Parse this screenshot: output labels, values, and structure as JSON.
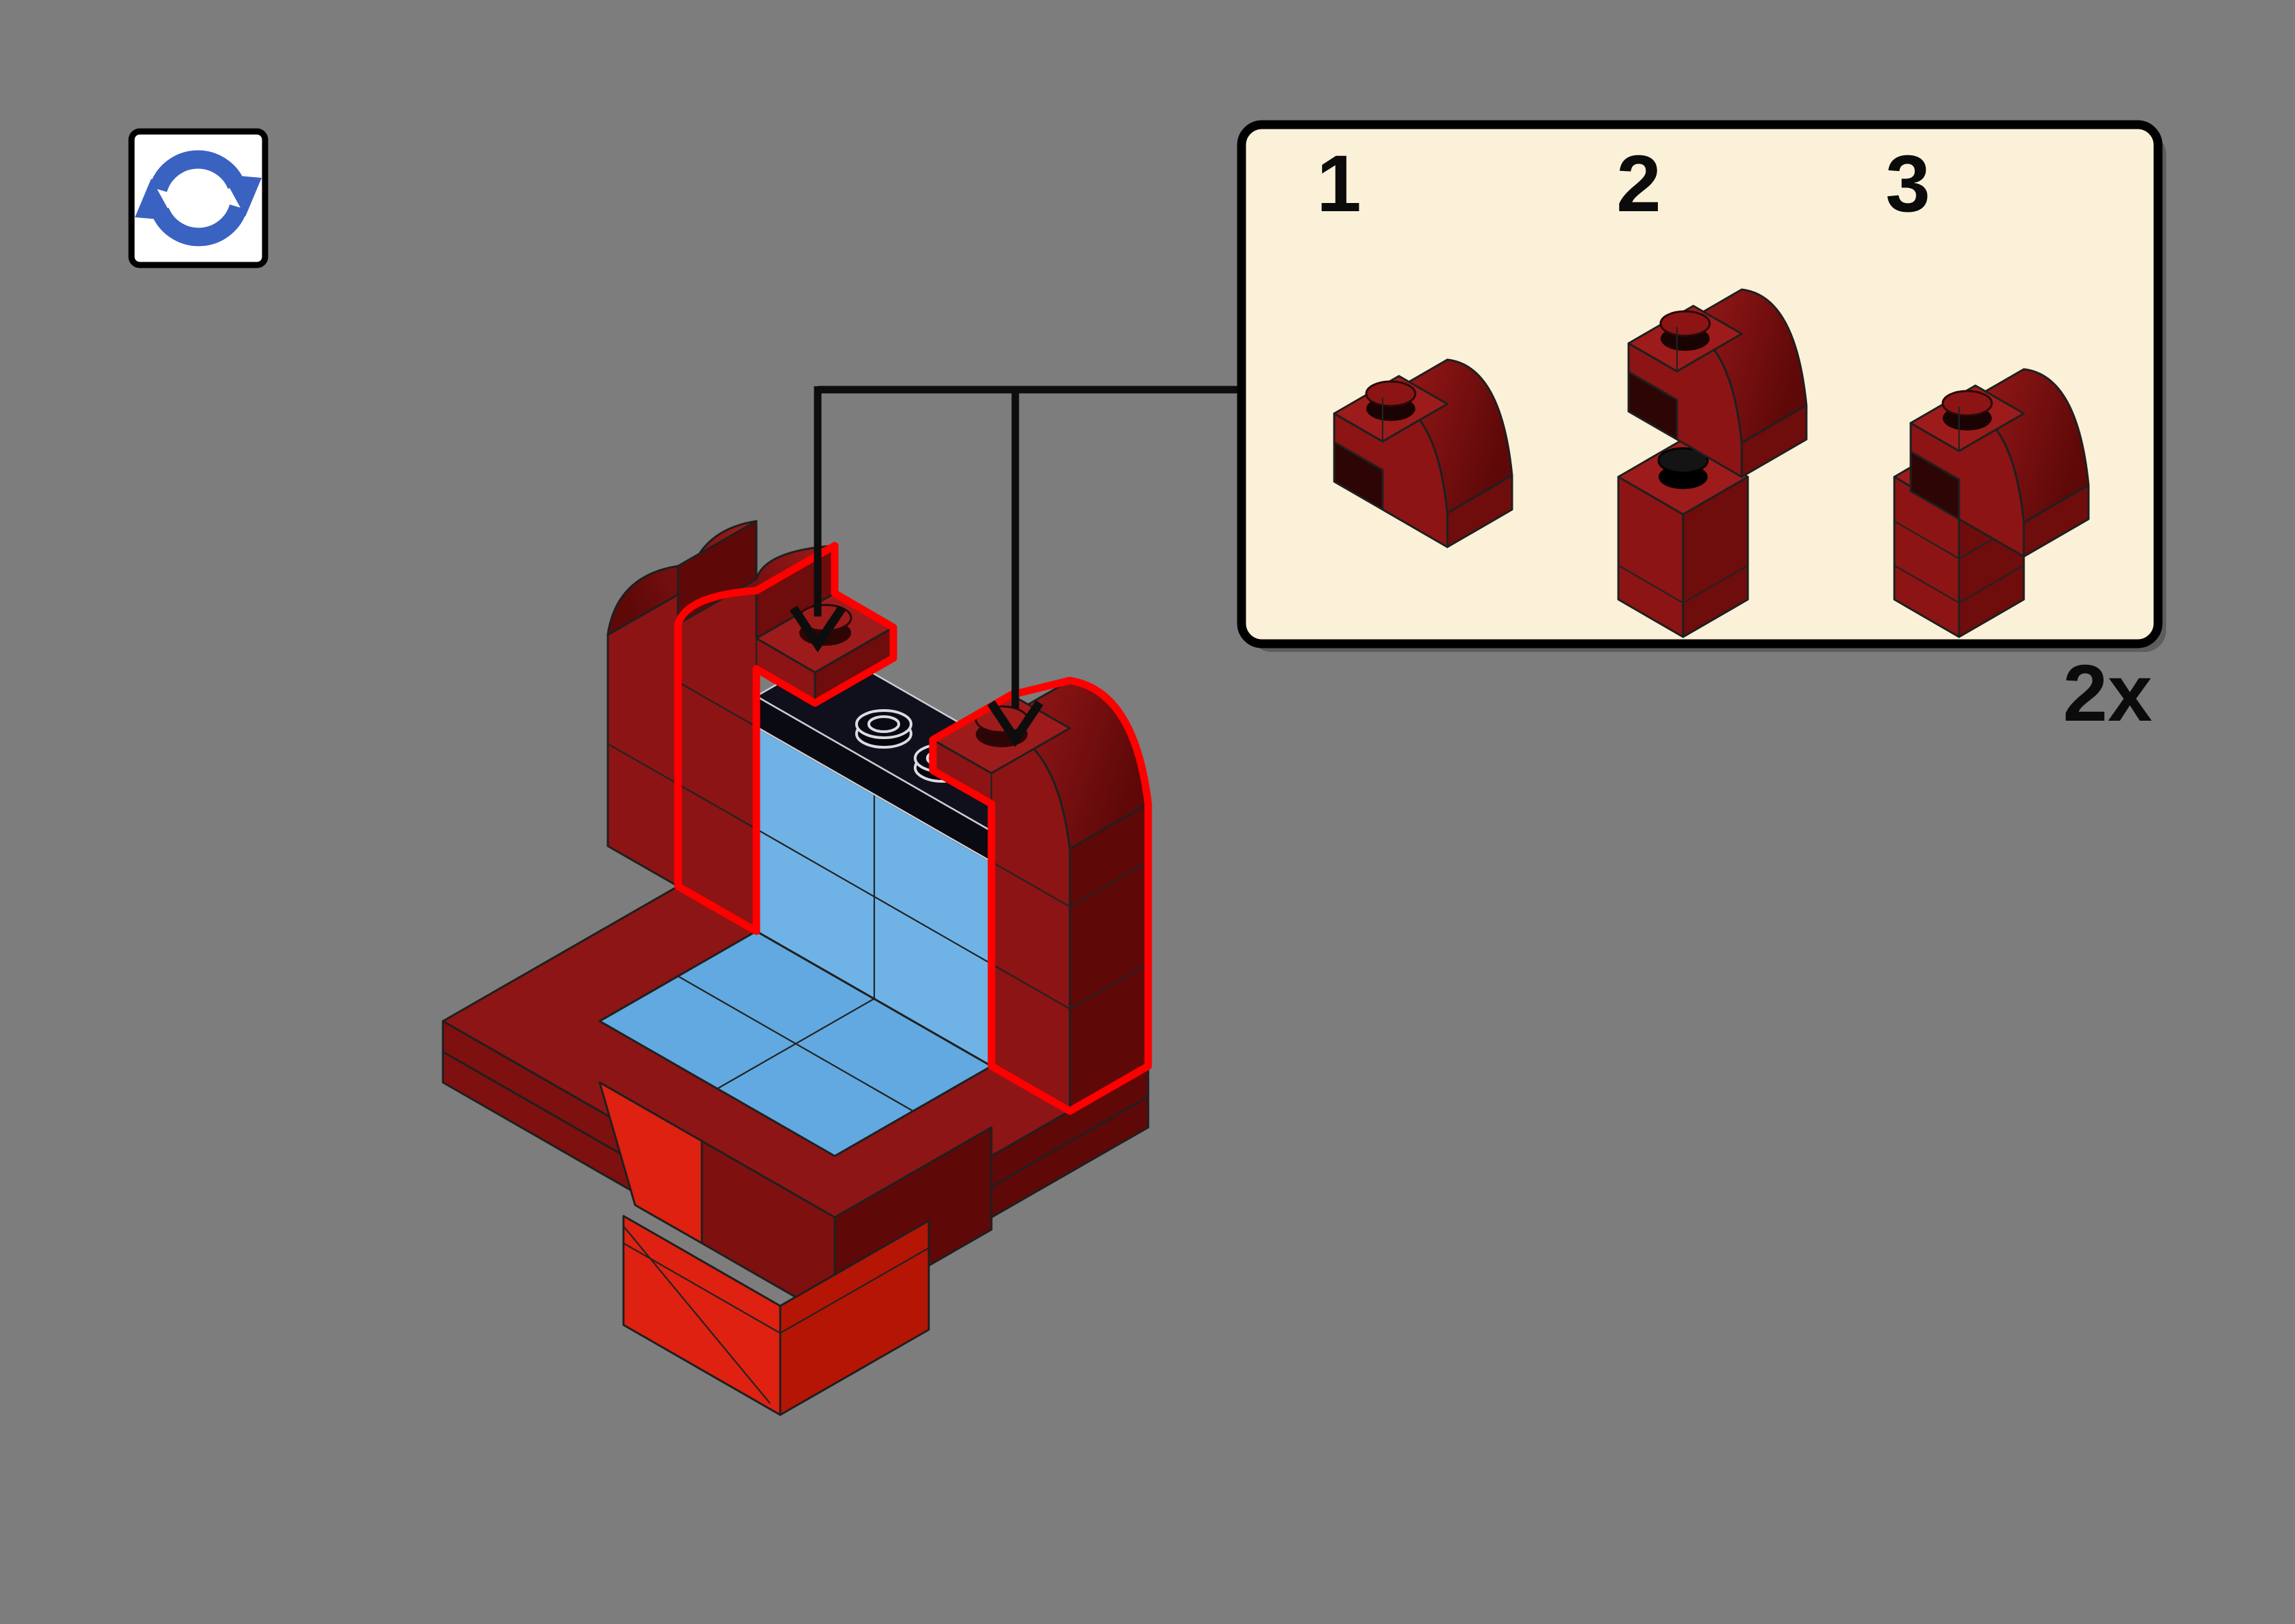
{
  "app": {
    "background_color": "#7D7D7D"
  },
  "toolbar": {
    "rotate_button": {
      "icon": "rotate-refresh-icon",
      "accent_color": "#3A62C1",
      "background": "#FFFFFF",
      "border_color": "#000000"
    }
  },
  "instruction": {
    "parts_panel": {
      "background_color": "#FBF1D8",
      "border_color": "#000000",
      "steps": [
        {
          "label": "1"
        },
        {
          "label": "2"
        },
        {
          "label": "3"
        }
      ],
      "quantity_label": "2x"
    },
    "colors": {
      "brick_dark_red_front": "#8C1414",
      "brick_dark_red_top": "#9E1B1B",
      "brick_dark_red_shade": "#6F0C0C",
      "brick_bright_red": "#DE2110",
      "brick_bright_red_shade": "#B51505",
      "tile_blue_front": "#6FB3E6",
      "tile_blue_top": "#61A9E0",
      "tile_blue_shade": "#4894CC",
      "plate_black": "#0A0A12",
      "highlight_outline": "#FF0000",
      "arrow_color": "#0D0D0D"
    }
  }
}
